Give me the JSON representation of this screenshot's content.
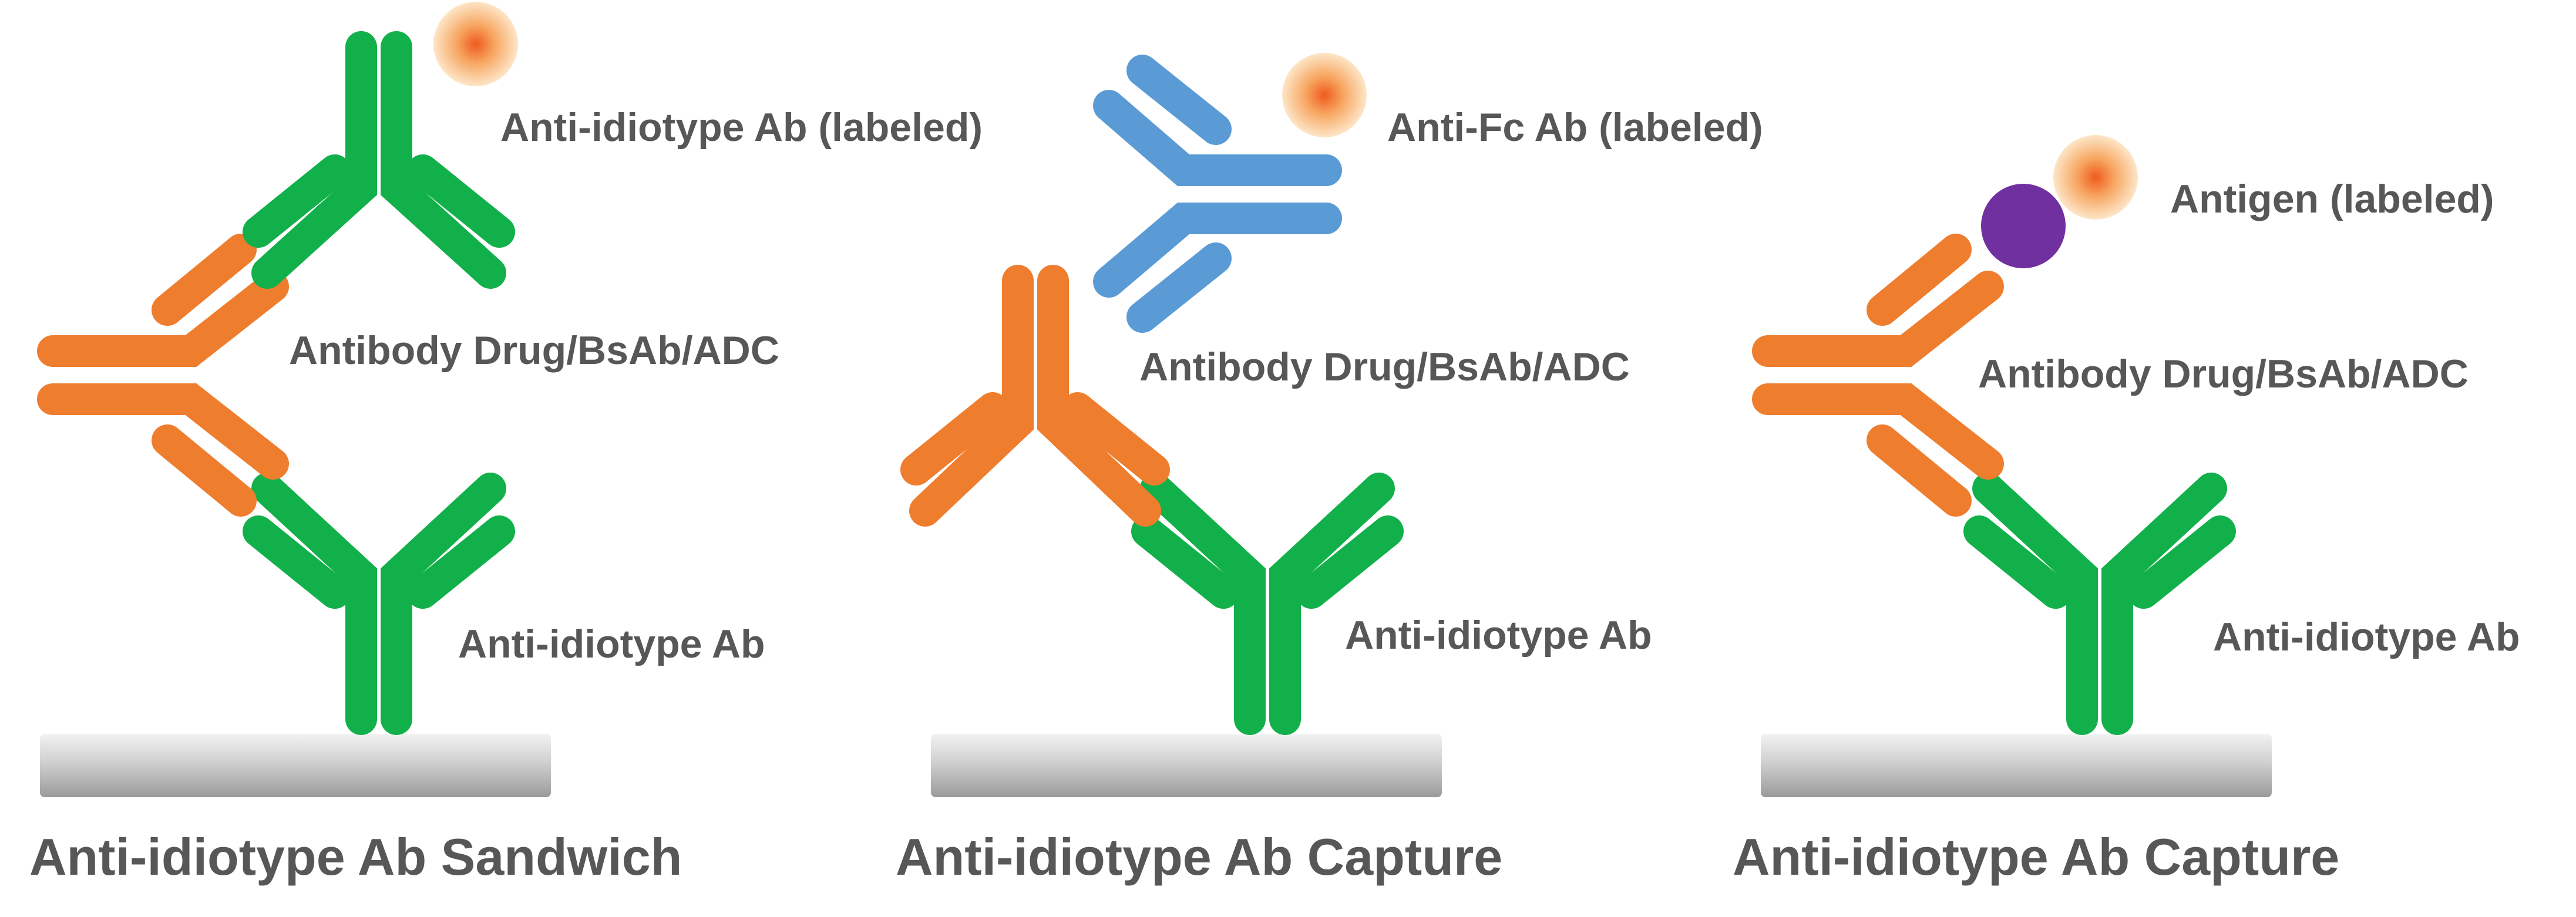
{
  "panels": [
    {
      "title": "Anti-idiotype Ab Sandwich",
      "labels": {
        "top": "Anti-idiotype Ab (labeled)",
        "middle": "Antibody Drug/BsAb/ADC",
        "bottom": "Anti-idiotype Ab"
      }
    },
    {
      "title": "Anti-idiotype Ab Capture",
      "labels": {
        "top": "Anti-Fc Ab (labeled)",
        "middle": "Antibody Drug/BsAb/ADC",
        "bottom": "Anti-idiotype Ab"
      }
    },
    {
      "title": "Anti-idiotype Ab Capture",
      "labels": {
        "top": "Antigen (labeled)",
        "middle": "Antibody Drug/BsAb/ADC",
        "bottom": "Anti-idiotype Ab"
      }
    }
  ],
  "colors": {
    "anti_idiotype_ab": "#12b04a",
    "antibody_drug": "#ef7d2e",
    "anti_fc_ab": "#5b9bd5",
    "antigen": "#7030a0",
    "label_glow": "#f47c20",
    "text": "#575757"
  }
}
